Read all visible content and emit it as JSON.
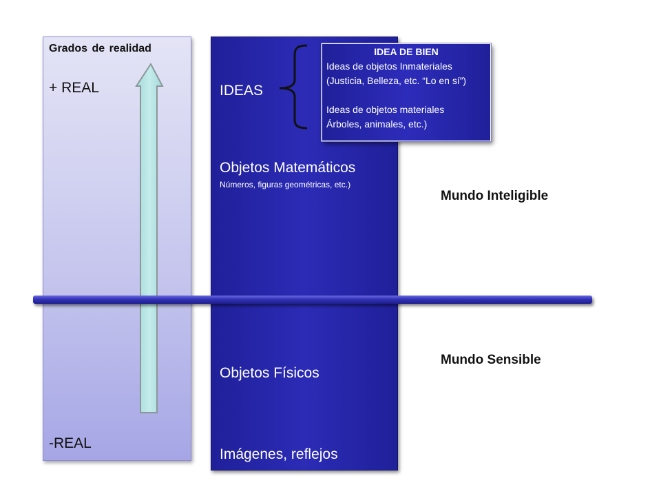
{
  "left_panel": {
    "title": "Grados de realidad",
    "top_label": "+ REAL",
    "bottom_label": "-REAL"
  },
  "middle_panel": {
    "ideas": "IDEAS",
    "math_objects": "Objetos Matemáticos",
    "math_examples": "Números, figuras geométricas, etc.)",
    "physical_objects": "Objetos Físicos",
    "images": "Imágenes, reflejos"
  },
  "idea_bien": {
    "title": "IDEA DE BIEN",
    "immaterial_heading": "Ideas de objetos Inmateriales",
    "immaterial_examples": "(Justicia, Belleza, etc. “Lo en sí”)",
    "material_heading": "Ideas de objetos materiales",
    "material_examples": "Árboles, animales, etc.)"
  },
  "worlds": {
    "intelligible": "Mundo Inteligible",
    "sensible": "Mundo Sensible"
  },
  "colors": {
    "left_panel": "#c6c6ee",
    "middle_panel": "#2b2bb6",
    "arrow_fill": "#b5e3e3",
    "arrow_stroke": "#8a9898",
    "divider": "#3232b8"
  }
}
